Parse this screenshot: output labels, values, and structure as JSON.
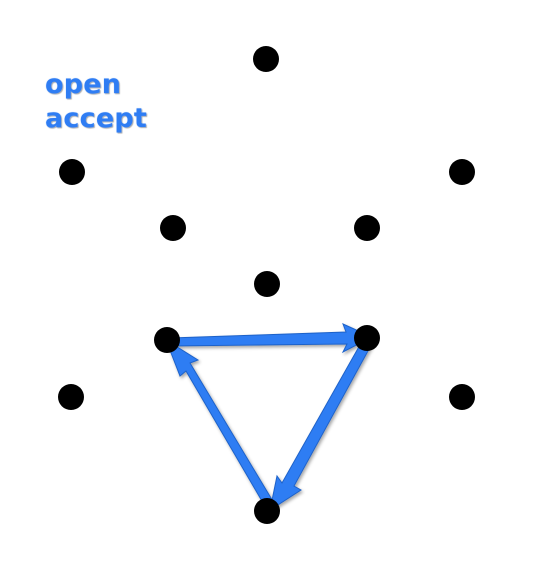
{
  "labels": {
    "line1": "open",
    "line2": "accept"
  },
  "colors": {
    "dot": "#000000",
    "arrow": "#2f7df3",
    "label": "#2f7df3"
  },
  "diagram": {
    "arrows": [
      {
        "from": "node-10",
        "to": "node-11",
        "icon": "right-arrow-icon"
      },
      {
        "from": "node-11",
        "to": "node-13",
        "icon": "down-left-arrow-icon"
      },
      {
        "from": "node-13",
        "to": "node-10",
        "icon": "up-left-arrow-icon"
      }
    ]
  }
}
